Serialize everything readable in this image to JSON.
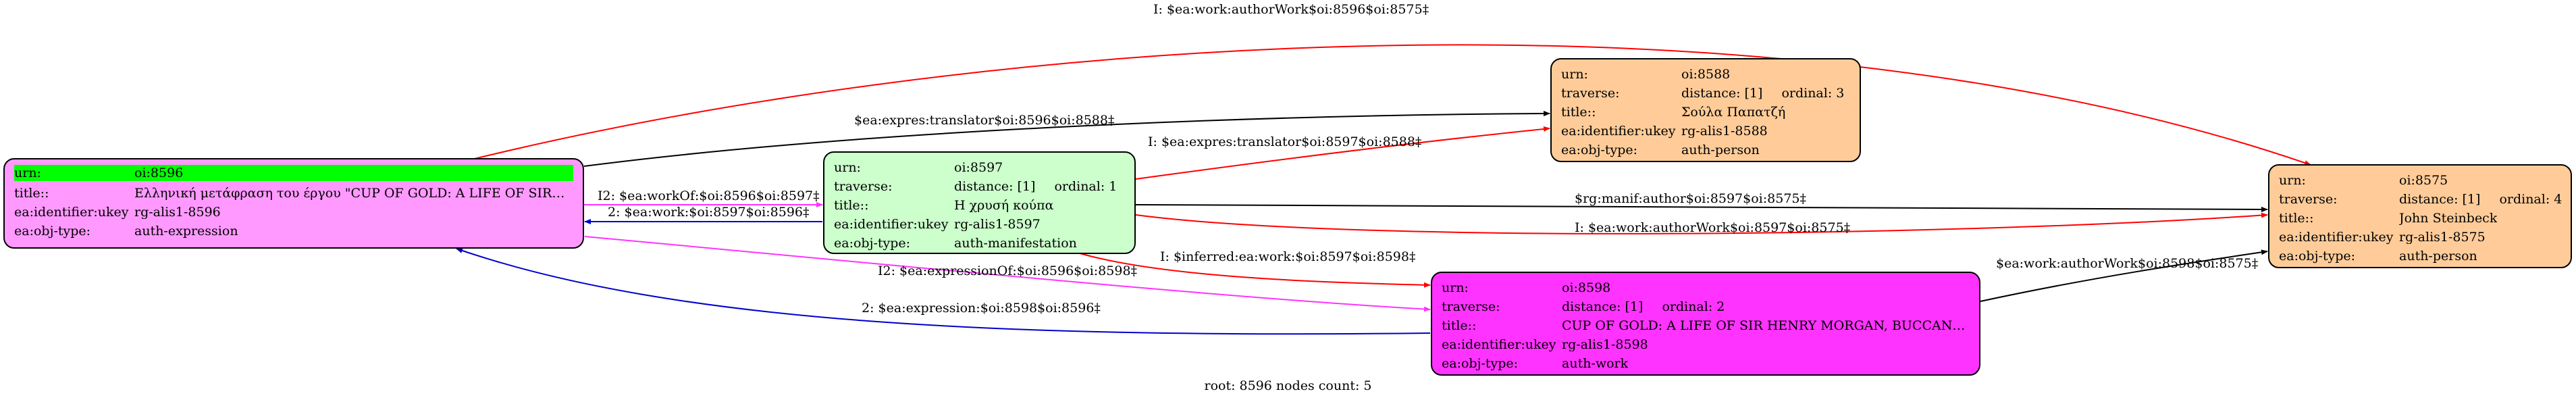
{
  "colors": {
    "expression": "#ff99ff",
    "manifestation": "#ccffcc",
    "person": "#ffcc99",
    "work": "#ff33ff",
    "root_highlight": "#00ff00",
    "edge_black": "#000000",
    "edge_red": "#ff0000",
    "edge_blue": "#0000cc",
    "edge_magenta": "#ff33ff"
  },
  "nodes": {
    "n8596": {
      "urn_key": "urn:",
      "urn": "oi:8596",
      "title_key": "title::",
      "title": "Ελληνική μετάφραση του έργου \"CUP OF GOLD: A LIFE OF SIR H...",
      "ident_key": "ea:identifier:ukey",
      "ident": "rg-alis1-8596",
      "type_key": "ea:obj-type:",
      "type": "auth-expression"
    },
    "n8597": {
      "urn_key": "urn:",
      "urn": "oi:8597",
      "traverse_key": "traverse:",
      "distance": "distance: [1]",
      "ordinal": "ordinal: 1",
      "title_key": "title::",
      "title": "Η χρυσή κούπα",
      "ident_key": "ea:identifier:ukey",
      "ident": "rg-alis1-8597",
      "type_key": "ea:obj-type:",
      "type": "auth-manifestation"
    },
    "n8588": {
      "urn_key": "urn:",
      "urn": "oi:8588",
      "traverse_key": "traverse:",
      "distance": "distance: [1]",
      "ordinal": "ordinal: 3",
      "title_key": "title::",
      "title": "Σούλα Παπατζή",
      "ident_key": "ea:identifier:ukey",
      "ident": "rg-alis1-8588",
      "type_key": "ea:obj-type:",
      "type": "auth-person"
    },
    "n8598": {
      "urn_key": "urn:",
      "urn": "oi:8598",
      "traverse_key": "traverse:",
      "distance": "distance: [1]",
      "ordinal": "ordinal: 2",
      "title_key": "title::",
      "title": "CUP OF GOLD: A LIFE OF SIR HENRY MORGAN, BUCCANEER",
      "ident_key": "ea:identifier:ukey",
      "ident": "rg-alis1-8598",
      "type_key": "ea:obj-type:",
      "type": "auth-work"
    },
    "n8575": {
      "urn_key": "urn:",
      "urn": "oi:8575",
      "traverse_key": "traverse:",
      "distance": "distance: [1]",
      "ordinal": "ordinal: 4",
      "title_key": "title::",
      "title": "John Steinbeck",
      "ident_key": "ea:identifier:ukey",
      "ident": "rg-alis1-8575",
      "type_key": "ea:obj-type:",
      "type": "auth-person"
    }
  },
  "edges": {
    "authorwork_8596_8575": "I: $ea:work:authorWork$oi:8596$oi:8575‡",
    "translator_8596_8588": "$ea:expres:translator$oi:8596$oi:8588‡",
    "translator_8597_8588": "I: $ea:expres:translator$oi:8597$oi:8588‡",
    "workof_8596_8597": "I2: $ea:workOf:$oi:8596$oi:8597‡",
    "work_8597_8596": "2: $ea:work:$oi:8597$oi:8596‡",
    "manifauthor_8597_8575": "$rg:manif:author$oi:8597$oi:8575‡",
    "authorwork_8597_8575": "I: $ea:work:authorWork$oi:8597$oi:8575‡",
    "inferred_8597_8598": "I: $inferred:ea:work:$oi:8597$oi:8598‡",
    "expressionof_8596_8598": "I2: $ea:expressionOf:$oi:8596$oi:8598‡",
    "expression_8598_8596": "2: $ea:expression:$oi:8598$oi:8596‡",
    "authorwork_8598_8575": "$ea:work:authorWork$oi:8598$oi:8575‡"
  },
  "footer": "root: 8596 nodes count: 5"
}
